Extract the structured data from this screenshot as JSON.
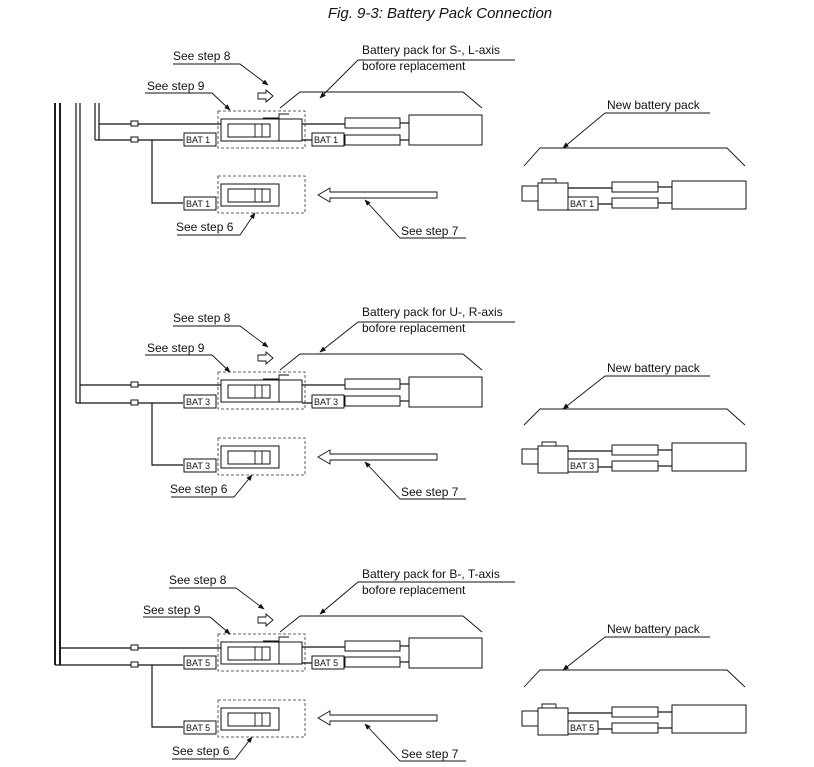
{
  "figure": {
    "title": "Fig. 9-3: Battery Pack Connection"
  },
  "groups": [
    {
      "see_step_8": "See step 8",
      "see_step_9": "See step 9",
      "old_pack_line1": "Battery pack for S-, L-axis",
      "old_pack_line2": "bofore replacement",
      "see_step_6": "See step 6",
      "see_step_7": "See step 7",
      "new_pack": "New battery pack",
      "connector": "BAT 1"
    },
    {
      "see_step_8": "See step 8",
      "see_step_9": "See step 9",
      "old_pack_line1": "Battery pack for U-, R-axis",
      "old_pack_line2": "bofore replacement",
      "see_step_6": "See step 6",
      "see_step_7": "See step 7",
      "new_pack": "New battery pack",
      "connector": "BAT 3"
    },
    {
      "see_step_8": "See step 8",
      "see_step_9": "See step 9",
      "old_pack_line1": "Battery pack for B-, T-axis",
      "old_pack_line2": "bofore replacement",
      "see_step_6": "See step 6",
      "see_step_7": "See step 7",
      "new_pack": "New battery pack",
      "connector": "BAT 5"
    }
  ]
}
